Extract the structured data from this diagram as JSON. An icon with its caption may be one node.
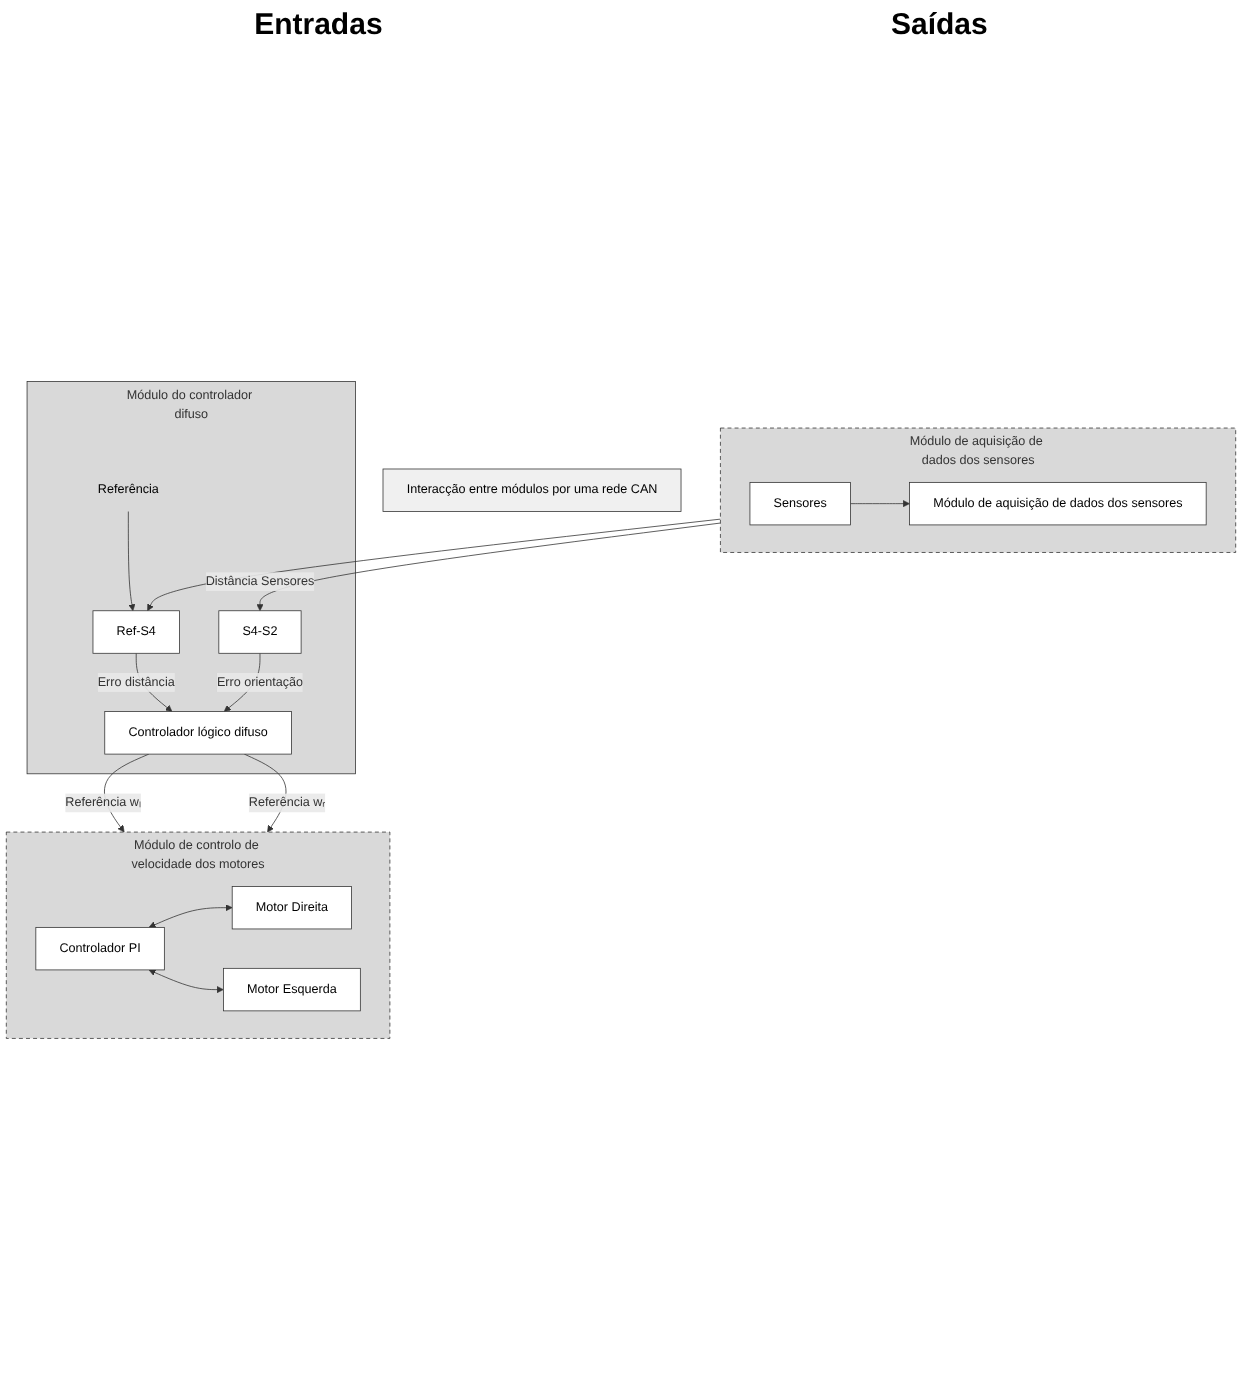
{
  "diagram": {
    "nodes": [
      {
        "text": [
          "Módulo do controlador difuso"
        ]
      },
      {
        "text": [
          "Ref-S4"
        ],
        "in": 0
      },
      {
        "text": [
          "S4-S2"
        ],
        "in": 0
      },
      {
        "text": [
          "Controlador lógico difuso"
        ],
        "in": 0
      },
      {
        "text": [
          "Referência"
        ],
        "in": 0
      },
      {
        "text": [
          "Interacção entre módulos por uma rede CAN"
        ]
      },
      {
        "text": [
          "Módulo de aquisição de dados dos sensores"
        ]
      },
      {
        "text": [
          "Módulo de aquisição de dados dos sensores"
        ],
        "in": 6
      },
      {
        "text": [
          "Sensores"
        ],
        "in": 6
      },
      {
        "text": [
          "Módulo de controlo de velocidade dos motores"
        ]
      },
      {
        "text": [
          "Controlador PI"
        ],
        "in": 9
      },
      {
        "text": [
          "Motor Direita"
        ],
        "in": 9
      },
      {
        "text": [
          "Motor Esquerda"
        ],
        "in": 9
      }
    ],
    "edges": [
      {
        "from": 4,
        "to": 1,
        "arrow": "to"
      },
      {
        "from": 1,
        "to": 3,
        "arrow": "to",
        "label": "Erro distância"
      },
      {
        "from": 2,
        "to": 3,
        "arrow": "to",
        "label": "Erro orientação"
      },
      {
        "from": 6,
        "to": 2,
        "arrow": "to",
        "label": "Distância Sensores"
      },
      {
        "from": 6,
        "to": 1,
        "arrow": "to"
      },
      {
        "from": 3,
        "to": 9,
        "arrow": "to",
        "label": "Referência wₗ"
      },
      {
        "from": 3,
        "to": 9,
        "arrow": "to",
        "label": "Referência wᵣ"
      },
      {
        "from": 8,
        "to": 7,
        "arrow": "to"
      },
      {
        "from": 10,
        "to": 11,
        "arrow": "both"
      },
      {
        "from": 10,
        "to": 12,
        "arrow": "both"
      }
    ],
    "labels": [
      "Entradas",
      "Saídas"
    ]
  }
}
